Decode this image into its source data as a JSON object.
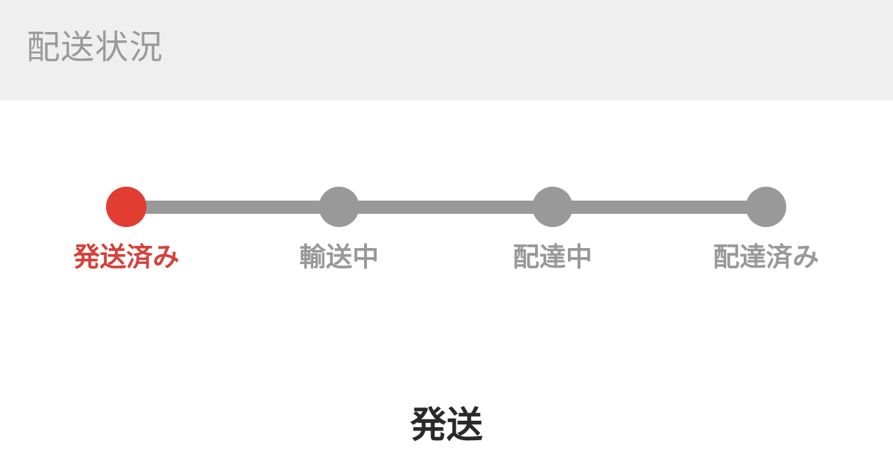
{
  "header": {
    "title": "配送状況"
  },
  "progress": {
    "active_color": "#e13d33",
    "inactive_color": "#999999",
    "steps": [
      {
        "label": "発送済み",
        "active": true
      },
      {
        "label": "輸送中",
        "active": false
      },
      {
        "label": "配達中",
        "active": false
      },
      {
        "label": "配達済み",
        "active": false
      }
    ]
  },
  "status": {
    "title": "発送"
  }
}
